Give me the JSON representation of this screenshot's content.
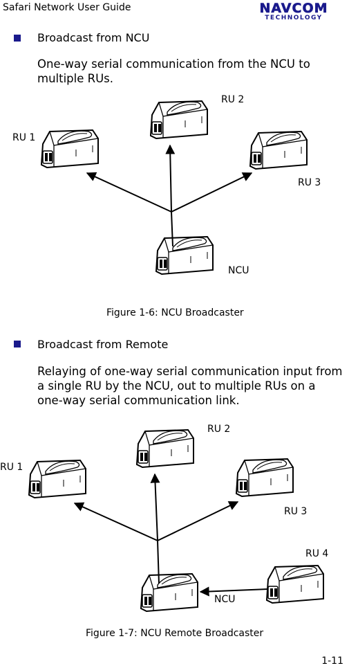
{
  "header": {
    "title": "Safari Network User Guide",
    "logo_line1": "NAVCOM",
    "logo_line2": "TECHNOLOGY"
  },
  "section1": {
    "bullet": "Broadcast from NCU",
    "body_line1": "One-way serial communication from the NCU to",
    "body_line2": "multiple RUs.",
    "labels": {
      "ru1": "RU 1",
      "ru2": "RU 2",
      "ru3": "RU 3",
      "ncu": "NCU"
    },
    "caption": "Figure 1-6: NCU Broadcaster"
  },
  "section2": {
    "bullet": "Broadcast from Remote",
    "body_line1": "Relaying of one-way serial communication input from",
    "body_line2": "a single RU by the NCU, out to multiple RUs on a",
    "body_line3": "one-way serial communication link.",
    "labels": {
      "ru1": "RU 1",
      "ru2": "RU 2",
      "ru3": "RU 3",
      "ru4": "RU 4",
      "ncu": "NCU"
    },
    "caption": "Figure 1-7: NCU Remote Broadcaster"
  },
  "footer": {
    "page_number": "1-11"
  },
  "colors": {
    "bullet": "#1a1a8c",
    "logo": "#1a1a8c"
  }
}
